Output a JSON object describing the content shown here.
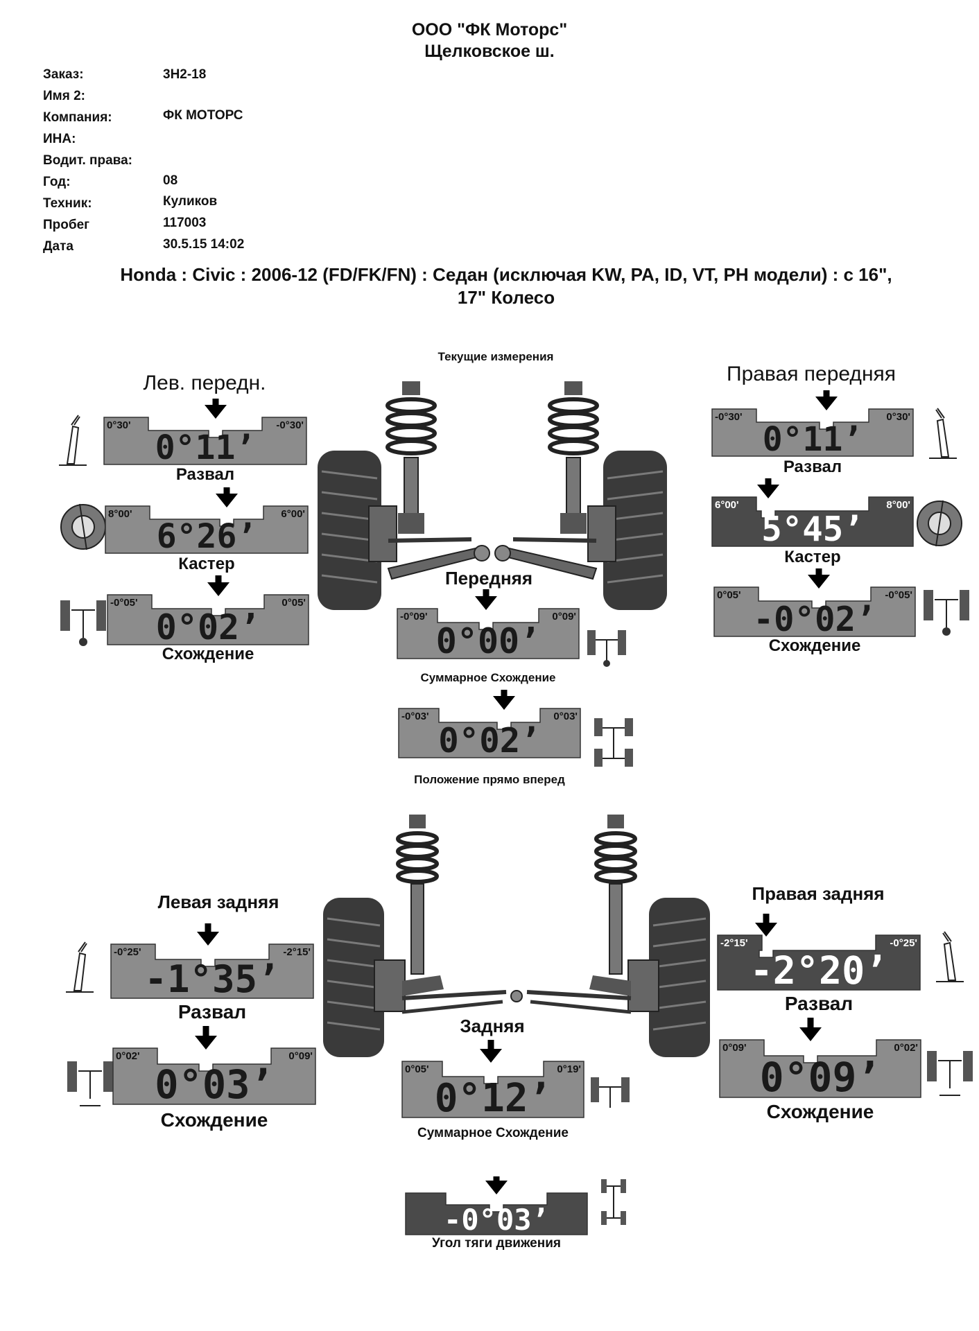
{
  "header": {
    "company_name": "ООО \"ФК Моторс\"",
    "address": "Щелковское ш."
  },
  "info": [
    {
      "label": "Заказ:",
      "value": "3H2-18"
    },
    {
      "label": "Имя 2:",
      "value": ""
    },
    {
      "label": "Компания:",
      "value": "ФК МОТОРС"
    },
    {
      "label": "ИНА:",
      "value": ""
    },
    {
      "label": "Водит. права:",
      "value": ""
    },
    {
      "label": "Год:",
      "value": "08"
    },
    {
      "label": "Техник:",
      "value": "Куликов"
    },
    {
      "label": "Пробег",
      "value": "117003"
    },
    {
      "label": "Дата",
      "value": "30.5.15 14:02"
    }
  ],
  "vehicle": {
    "line1": "Honda : Civic : 2006-12 (FD/FK/FN) : Седан (исключая KW, PA, ID, VT, PH модели) : с 16\",",
    "line2": "17\" Колесо"
  },
  "front": {
    "section_title": "Текущие измерения",
    "left_title": "Лев. передн.",
    "right_title": "Правая передняя",
    "center_title": "Передняя",
    "gauges": {
      "fl_camber": {
        "label": "Развал",
        "value": "0°11",
        "min": "0°30'",
        "max": "-0°30'",
        "pointer": 0.55,
        "dark": false
      },
      "fl_caster": {
        "label": "Кастер",
        "value": "6°26",
        "min": "8°00'",
        "max": "6°00'",
        "pointer": 0.6,
        "dark": false
      },
      "fl_toe": {
        "label": "Схождение",
        "value": "0°02",
        "min": "-0°05'",
        "max": "0°05'",
        "pointer": 0.55,
        "dark": false
      },
      "fr_camber": {
        "label": "Развал",
        "value": "0°11",
        "min": "-0°30'",
        "max": "0°30'",
        "pointer": 0.57,
        "dark": false
      },
      "fr_caster": {
        "label": "Кастер",
        "value": "5°45",
        "min": "6°00'",
        "max": "8°00'",
        "pointer": 0.28,
        "dark": true
      },
      "fr_toe": {
        "label": "Схождение",
        "value": "-0°02",
        "min": "0°05'",
        "max": "-0°05'",
        "pointer": 0.52,
        "dark": false
      },
      "front_total_toe": {
        "label": "Суммарное Схождение",
        "value": "0°00",
        "min": "-0°09'",
        "max": "0°09'",
        "pointer": 0.49,
        "dark": false
      },
      "straight_ahead": {
        "label": "Положение прямо вперед",
        "value": "0°02",
        "min": "-0°03'",
        "max": "0°03'",
        "pointer": 0.58,
        "dark": false
      }
    }
  },
  "rear": {
    "left_title": "Левая задняя",
    "right_title": "Правая задняя",
    "center_title": "Задняя",
    "gauges": {
      "rl_camber": {
        "label": "Развал",
        "value": "-1°35",
        "min": "-0°25'",
        "max": "-2°15'",
        "pointer": 0.48,
        "dark": false
      },
      "rl_toe": {
        "label": "Схождение",
        "value": "0°03",
        "min": "0°02'",
        "max": "0°09'",
        "pointer": 0.46,
        "dark": false
      },
      "rr_camber": {
        "label": "Развал",
        "value": "-2°20",
        "min": "-2°15'",
        "max": "-0°25'",
        "pointer": 0.24,
        "dark": true
      },
      "rr_toe": {
        "label": "Схождение",
        "value": "0°09",
        "min": "0°09'",
        "max": "0°02'",
        "pointer": 0.45,
        "dark": false
      },
      "rear_total_toe": {
        "label": "Суммарное Схождение",
        "value": "0°12",
        "min": "0°05'",
        "max": "0°19'",
        "pointer": 0.49,
        "dark": false
      },
      "thrust_angle": {
        "label": "Угол тяги движения",
        "value": "-0°03",
        "min": "",
        "max": "",
        "pointer": 0.5,
        "dark": true
      }
    }
  },
  "colors": {
    "gauge_fill": "#8c8c8c",
    "gauge_dark": "#4a4a4a",
    "ink": "#111111"
  }
}
